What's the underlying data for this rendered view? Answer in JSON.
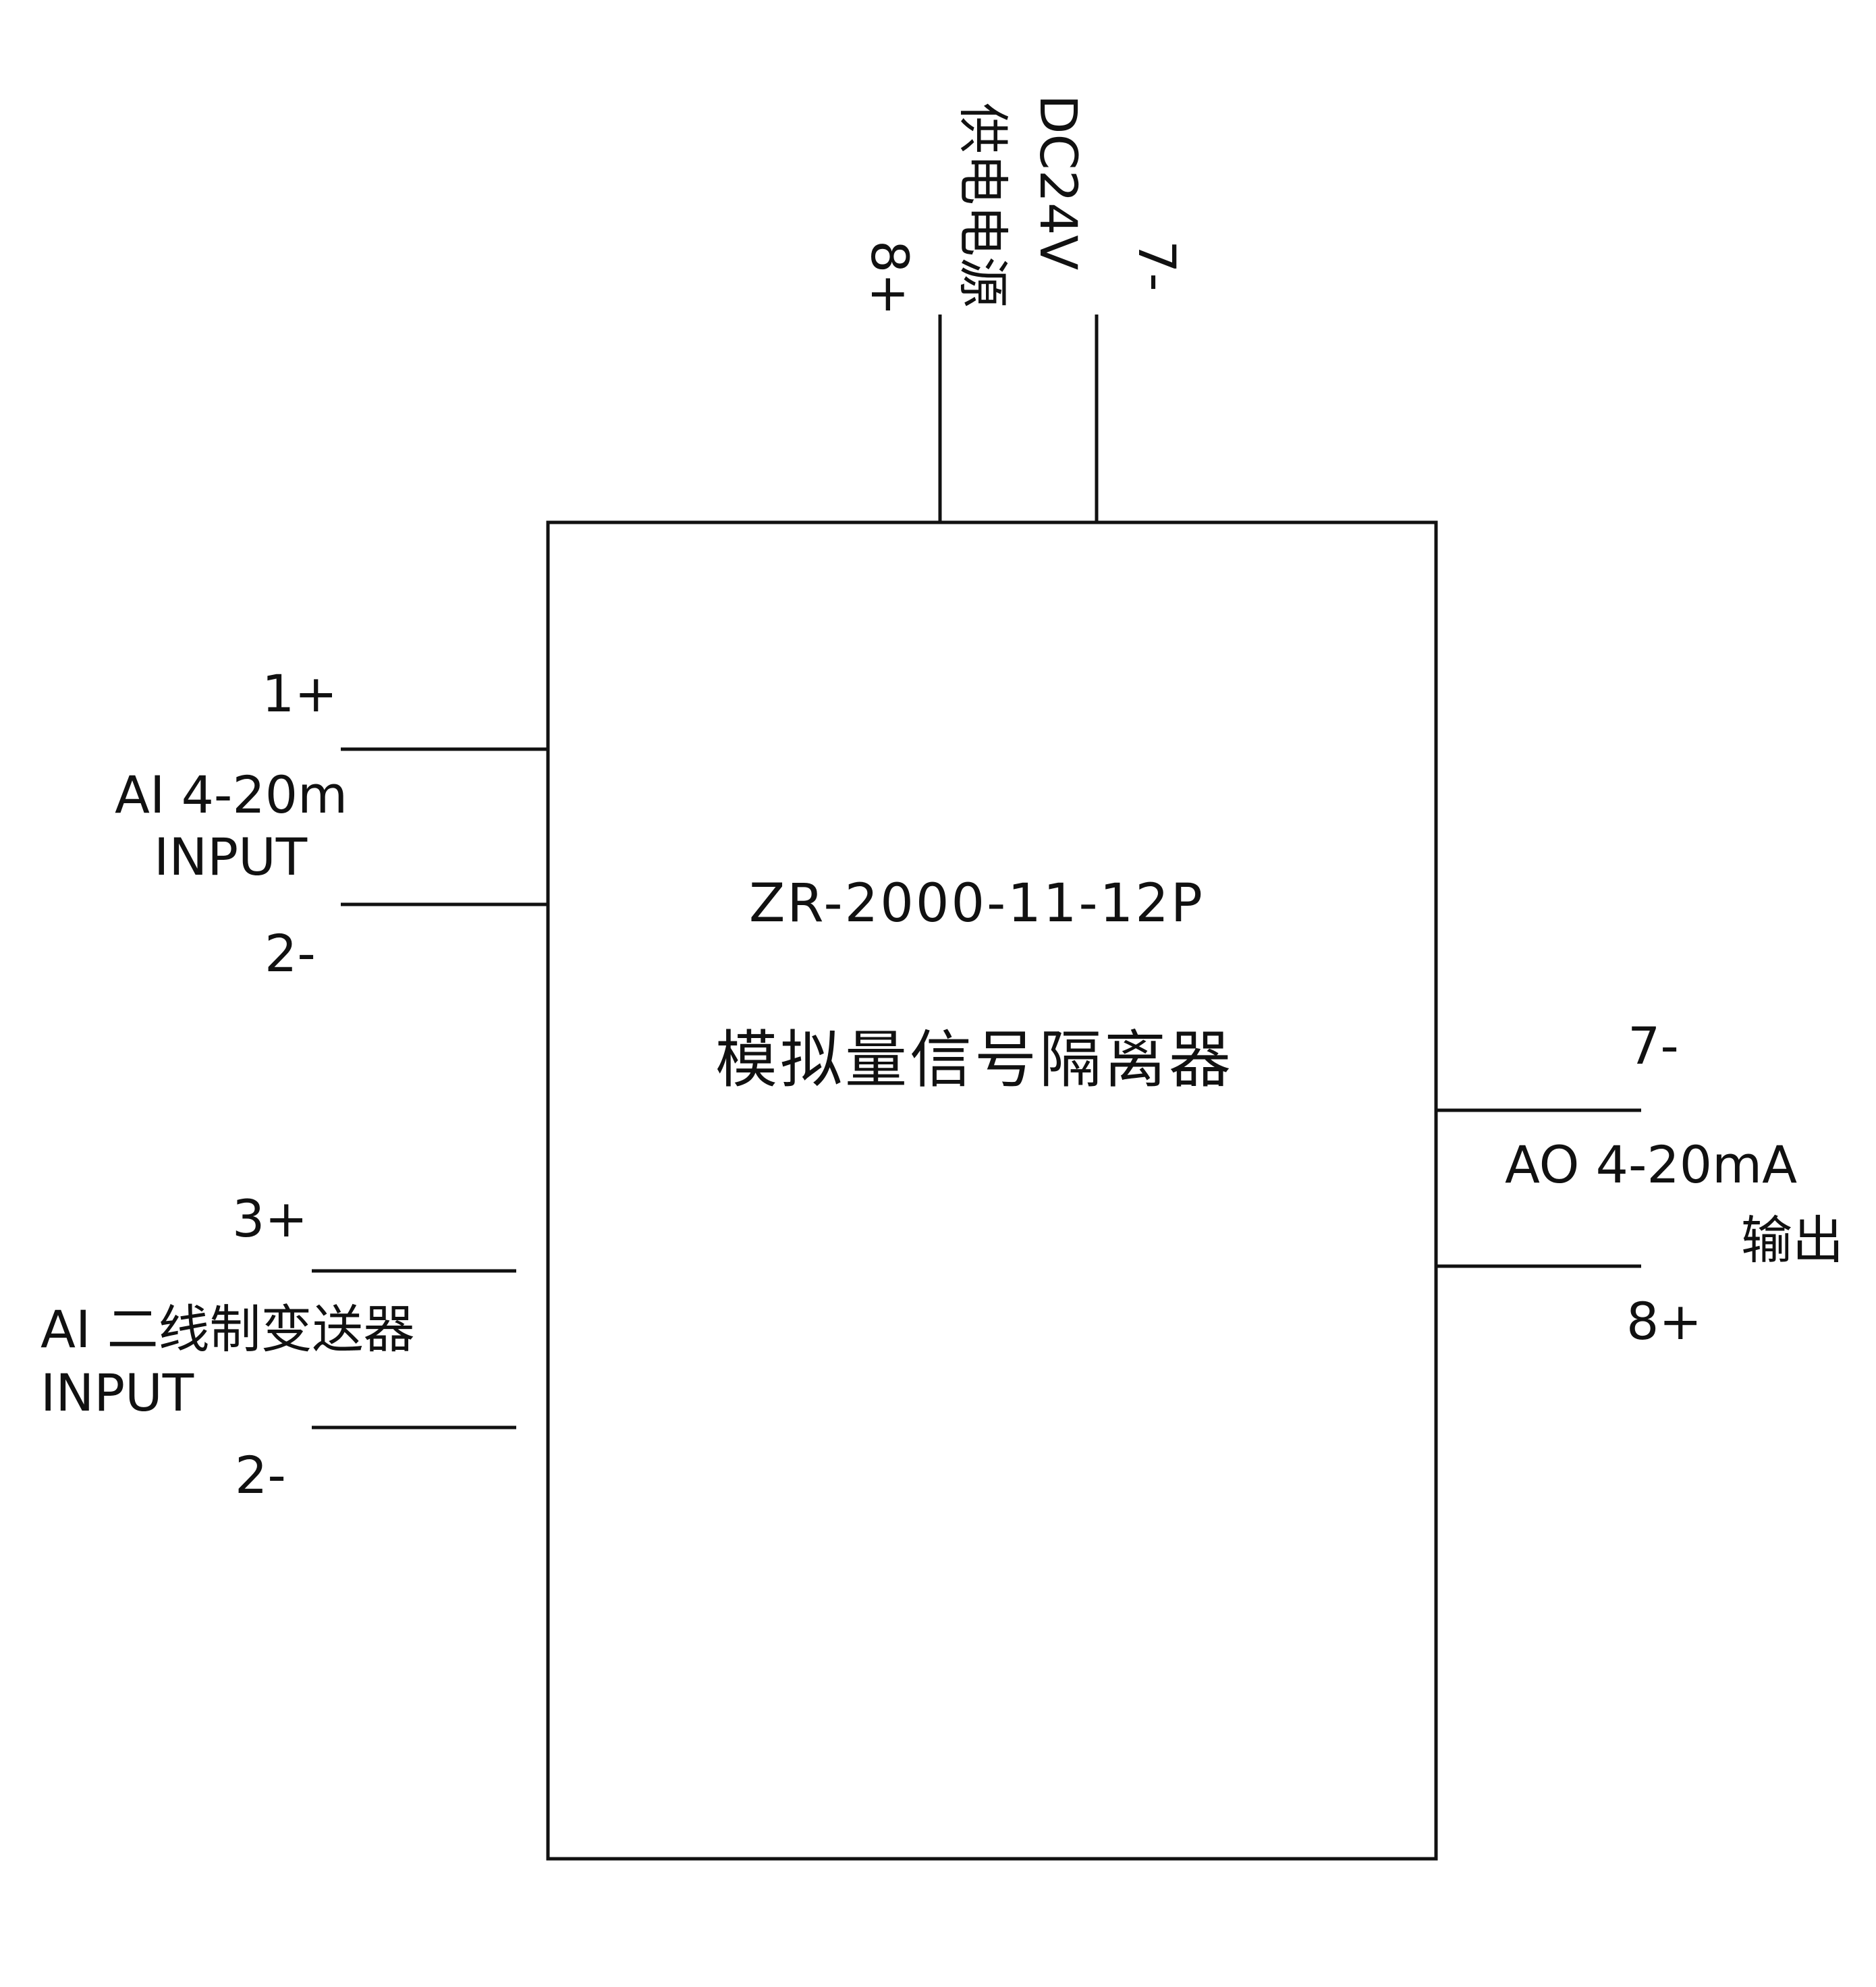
{
  "device": {
    "model": "ZR-2000-11-12P",
    "name": "模拟量信号隔离器"
  },
  "power": {
    "text": "DC24V",
    "text2": "供电电源",
    "pos": "8+",
    "neg": "7-"
  },
  "input1": {
    "pos": "1+",
    "neg": "2-",
    "desc_line1": "AI 4-20m",
    "desc_line2": "INPUT"
  },
  "input2": {
    "pos": "3+",
    "neg": "2-",
    "desc_line1": "AI 二线制变送器",
    "desc_line2": "INPUT"
  },
  "output": {
    "neg": "7-",
    "pos": "8+",
    "desc_line1": "AO 4-20mA",
    "desc_line2": "输出"
  },
  "colors": {
    "line": "#111111",
    "background": "#ffffff"
  }
}
